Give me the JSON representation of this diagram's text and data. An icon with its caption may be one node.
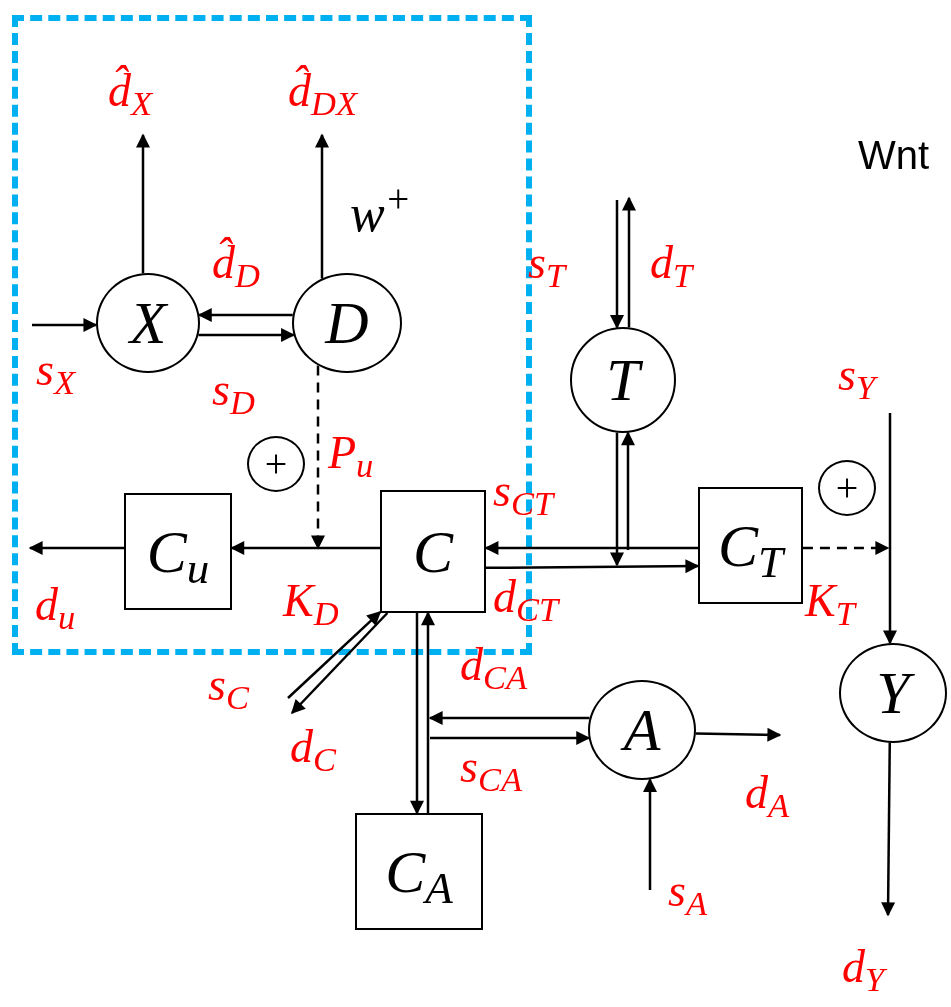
{
  "diagram": {
    "nodes": [
      {
        "text": [],
        "shape": "box"
      },
      {
        "text": [
          "X"
        ],
        "in": 0
      },
      {
        "text": [
          "D"
        ],
        "in": 0
      },
      {
        "text": [
          "T"
        ]
      },
      {
        "text": [
          "+"
        ],
        "in": 0
      },
      {
        "text": [
          "C$_{u}$"
        ],
        "in": 0
      },
      {
        "text": [
          "C"
        ],
        "in": 0
      },
      {
        "text": [
          "C$_{T}$"
        ]
      },
      {
        "text": [
          "+"
        ]
      },
      {
        "text": [
          "Y"
        ]
      },
      {
        "text": [
          "A"
        ]
      },
      {
        "text": [
          "C$_{A}$"
        ]
      }
    ],
    "edges": [
      {
        "from": null,
        "to": 1,
        "arrow": "to",
        "label": "s$_{X}$"
      },
      {
        "from": 1,
        "to": null,
        "arrow": "to",
        "label": "d̂$_{X}$"
      },
      {
        "from": 2,
        "to": null,
        "arrow": "to",
        "label": "d̂$_{DX}$"
      },
      {
        "from": 2,
        "to": 1,
        "arrow": "to",
        "label": "d̂$_{D}$"
      },
      {
        "from": 1,
        "to": 2,
        "arrow": "to",
        "label": "s$_{D}$"
      },
      {
        "from": 2,
        "to": null,
        "arrow": "to",
        "label": "P$_{u}$",
        "style": "dashed"
      },
      {
        "from": 6,
        "to": 5,
        "arrow": "to",
        "label": "K$_{D}$"
      },
      {
        "from": 5,
        "to": null,
        "arrow": "to",
        "label": "d$_{u}$"
      },
      {
        "from": null,
        "to": 3,
        "arrow": "to",
        "label": "s$_{T}$"
      },
      {
        "from": 3,
        "to": null,
        "arrow": "to",
        "label": "d$_{T}$"
      },
      {
        "from": 3,
        "to": null,
        "arrow": "to"
      },
      {
        "from": null,
        "to": 3,
        "arrow": "to"
      },
      {
        "from": 7,
        "to": 6,
        "arrow": "to",
        "label": "s$_{CT}$"
      },
      {
        "from": 6,
        "to": 7,
        "arrow": "to",
        "label": "d$_{CT}$"
      },
      {
        "from": 7,
        "to": null,
        "arrow": "to",
        "label": "K$_{T}$",
        "style": "dashed"
      },
      {
        "from": null,
        "to": 9,
        "arrow": "to",
        "label": "s$_{Y}$"
      },
      {
        "from": 9,
        "to": null,
        "arrow": "to",
        "label": "d$_{Y}$"
      },
      {
        "from": null,
        "to": 6,
        "arrow": "to",
        "label": "s$_{C}$"
      },
      {
        "from": 6,
        "to": null,
        "arrow": "to",
        "label": "d$_{C}$"
      },
      {
        "from": 6,
        "to": 11,
        "arrow": "to"
      },
      {
        "from": 11,
        "to": 6,
        "arrow": "to"
      },
      {
        "from": 10,
        "to": null,
        "arrow": "to",
        "label": "d$_{CA}$"
      },
      {
        "from": null,
        "to": 10,
        "arrow": "to",
        "label": "s$_{CA}$"
      },
      {
        "from": 10,
        "to": null,
        "arrow": "to",
        "label": "d$_{A}$"
      },
      {
        "from": null,
        "to": 10,
        "arrow": "to",
        "label": "s$_{A}$"
      }
    ],
    "labels": [
      "Wnt",
      "w$^{+}$"
    ]
  }
}
